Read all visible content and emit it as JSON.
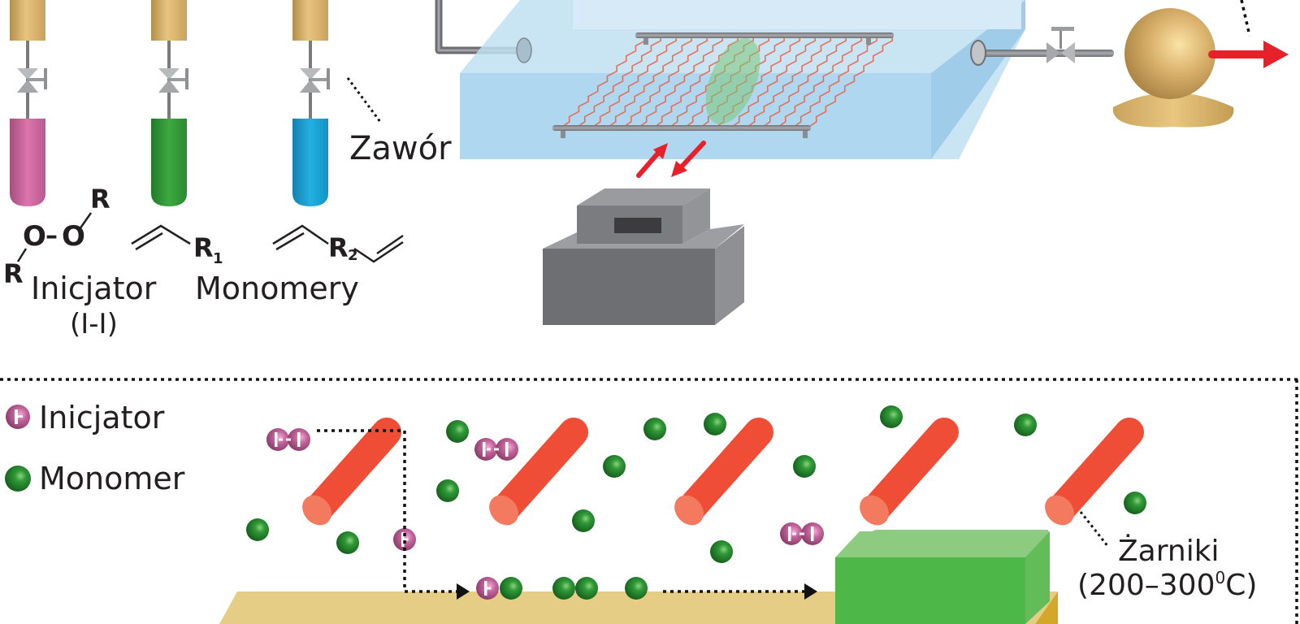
{
  "figure": {
    "type": "iCVD reactor schematic (initiated chemical vapor deposition)",
    "colors": {
      "initiator": "#d36aa4",
      "monomer_1": "#3a9a3c",
      "monomer_2": "#1aa3d6",
      "cylinder_cap": "#d9b56a",
      "chamber": "#b9def1",
      "filament": "#ef4d35",
      "arrow": "#e8202a",
      "substrate": "#e6cd86",
      "coating": "#4cb84a",
      "stage": "#6e6f72"
    }
  },
  "top_panel": {
    "sources": [
      {
        "id": "initiator-cylinder",
        "color": "#d36aa4"
      },
      {
        "id": "monomer1-cylinder",
        "color": "#3a9a3c"
      },
      {
        "id": "monomer2-cylinder",
        "color": "#1aa3d6"
      }
    ],
    "valve_label": "Zawór",
    "initiator_label": "Inicjator",
    "initiator_formula": "(I-I)",
    "monomers_label": "Monomery",
    "chem": {
      "peroxide_o1": "O",
      "peroxide_bond": "–",
      "peroxide_o2": "O",
      "r_top": "R",
      "r_bottom": "R",
      "r1": "R",
      "r1_sub": "1",
      "r2": "R",
      "r2_sub": "2"
    }
  },
  "bottom_panel": {
    "legend": [
      {
        "symbol": "initiator-radical",
        "label": "Inicjator"
      },
      {
        "symbol": "monomer-sphere",
        "label": "Monomer"
      }
    ],
    "filament_label": "Żarniki",
    "filament_temp_open": "(200–300",
    "filament_temp_deg": "0",
    "filament_temp_close": "C)"
  }
}
